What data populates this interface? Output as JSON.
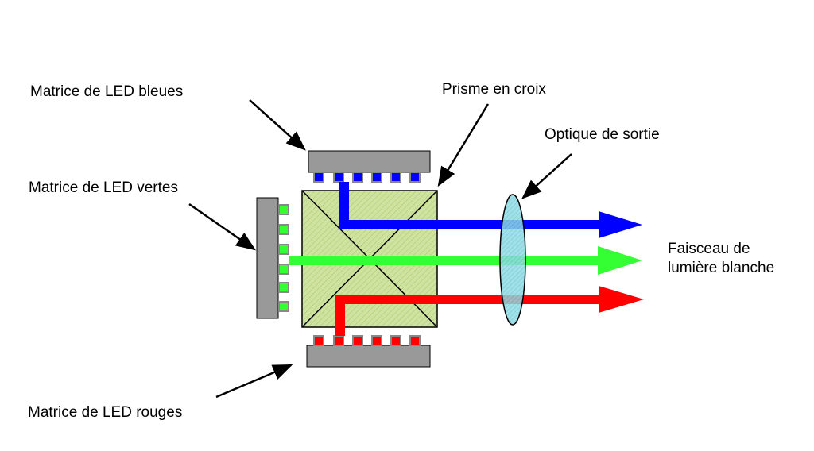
{
  "labels": {
    "blue_matrix": "Matrice de LED bleues",
    "green_matrix": "Matrice de LED vertes",
    "red_matrix": "Matrice de LED rouges",
    "prism": "Prisme en croix",
    "output_optics": "Optique de sortie",
    "beam_line1": "Faisceau de",
    "beam_line2": "lumière blanche"
  },
  "colors": {
    "blue": "#0000ff",
    "green": "#33ff33",
    "red": "#ff0000",
    "plate": "#999999",
    "prism": "#c8dd9a",
    "lens": "#7fd6e0"
  }
}
